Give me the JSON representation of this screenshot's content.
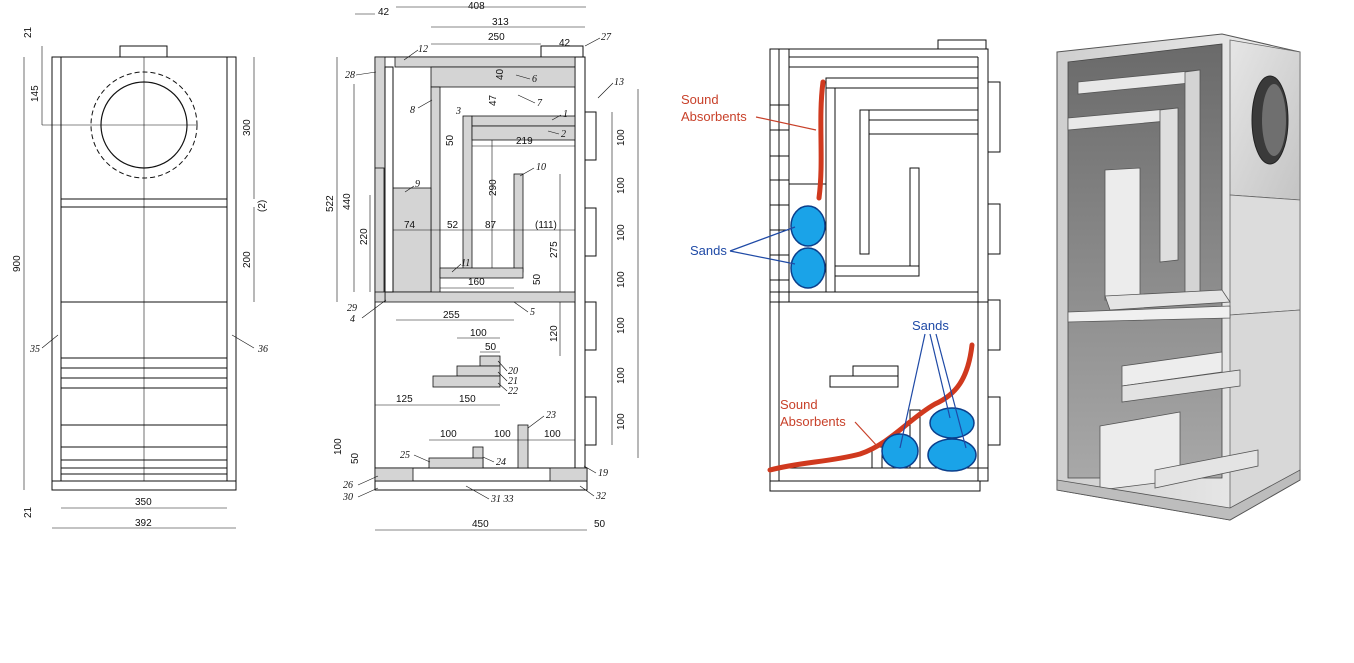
{
  "front_view": {
    "dims": {
      "top_plate": "21",
      "driver_offset": "145",
      "upper_height": "300",
      "gap": "(2)",
      "mid_height": "200",
      "total_height": "900",
      "bottom_plate": "21",
      "inner_width": "350",
      "outer_width": "392"
    },
    "parts": {
      "left_side": "35",
      "right_side": "36"
    }
  },
  "section_view": {
    "dims": {
      "top_total": "408",
      "top_42": "42",
      "top_313": "313",
      "top_250": "250",
      "top_42b": "42",
      "h522": "522",
      "h440": "440",
      "h220": "220",
      "d40": "40",
      "d47": "47",
      "d50": "50",
      "d219": "219",
      "d290": "290",
      "d74": "74",
      "d52": "52",
      "d87": "87",
      "d111": "(111)",
      "d275": "275",
      "d160": "160",
      "d50b": "50",
      "d255": "255",
      "d120": "120",
      "d100a": "100",
      "d50c": "50",
      "d125": "125",
      "d150": "150",
      "b100": "100",
      "b50": "50",
      "b100b": "100",
      "b100c": "100",
      "b100d": "100",
      "w450": "450",
      "w50": "50",
      "r100_1": "100",
      "r100_2": "100",
      "r100_3": "100",
      "r100_4": "100",
      "r100_5": "100",
      "r100_6": "100",
      "r100_7": "100"
    },
    "parts": {
      "p1": "1",
      "p2": "2",
      "p3": "3",
      "p4": "4",
      "p5": "5",
      "p6": "6",
      "p7": "7",
      "p8": "8",
      "p9": "9",
      "p10": "10",
      "p11": "11",
      "p12": "12",
      "p13": "13",
      "p19": "19",
      "p20": "20",
      "p21": "21",
      "p22": "22",
      "p23": "23",
      "p24": "24",
      "p25": "25",
      "p26": "26",
      "p27": "27",
      "p28": "28",
      "p29": "29",
      "p30": "30",
      "p3133": "31 33",
      "p32": "32"
    }
  },
  "annotated_view": {
    "labels": {
      "sound_top_1": "Sound",
      "sound_top_2": "Absorbents",
      "sands_left": "Sands",
      "sands_right": "Sands",
      "sound_bottom_1": "Sound",
      "sound_bottom_2": "Absorbents"
    },
    "colors": {
      "absorbent": "#d0391e",
      "sand_fill": "#1aa3e8",
      "sand_stroke": "#0b3f8c",
      "label_red": "#c8412a",
      "label_blue": "#1f4aa6"
    }
  }
}
